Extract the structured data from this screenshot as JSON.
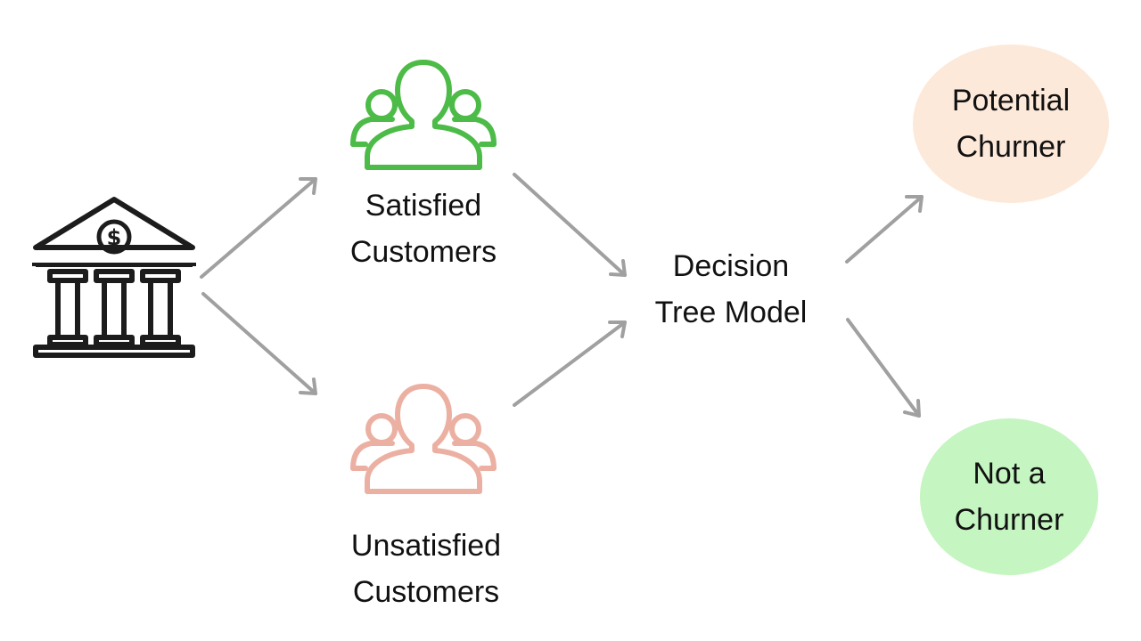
{
  "nodes": {
    "bank": {
      "icon": "bank-icon"
    },
    "satisfied": {
      "icon": "users-group-icon",
      "color": "#4cbb47",
      "line1": "Satisfied",
      "line2": "Customers"
    },
    "unsatisfied": {
      "icon": "users-group-icon",
      "color": "#ecb0a3",
      "line1": "Unsatisfied",
      "line2": "Customers"
    },
    "model": {
      "line1": "Decision",
      "line2": "Tree Model"
    },
    "potential": {
      "line1": "Potential",
      "line2": "Churner",
      "fill": "#fde9d9"
    },
    "not_churner": {
      "line1": "Not a",
      "line2": "Churner",
      "fill": "#c5f5c0"
    }
  },
  "arrow_color": "#a0a0a0",
  "icon_color": "#1c1c1c"
}
